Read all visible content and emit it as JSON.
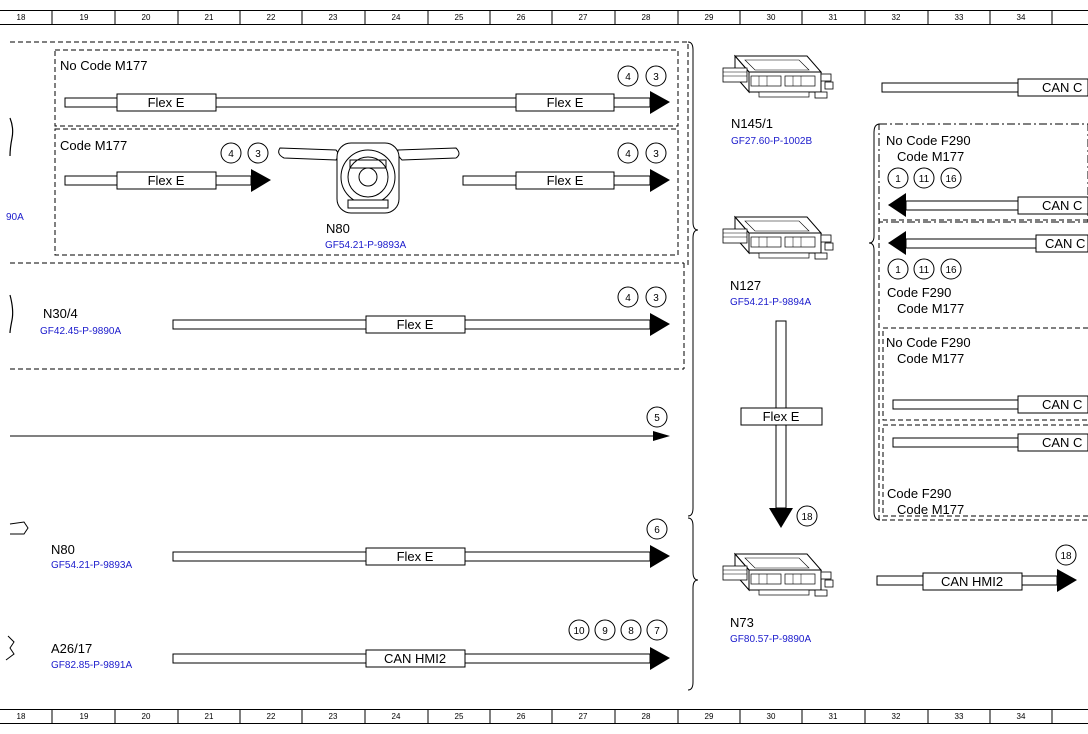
{
  "ruler": [
    "18",
    "19",
    "20",
    "21",
    "22",
    "23",
    "24",
    "25",
    "26",
    "27",
    "28",
    "29",
    "30",
    "31",
    "32",
    "33",
    "34"
  ],
  "blocks": [
    {
      "title": "No Code M177"
    },
    {
      "title": "Code M177"
    },
    {
      "title": "No Code F290"
    },
    {
      "subtitle": "Code M177"
    },
    {
      "title": "Code F290"
    },
    {
      "subtitle": "Code M177"
    },
    {
      "title": "No Code F290"
    },
    {
      "subtitle": "Code M177"
    },
    {
      "title": "Code F290"
    },
    {
      "subtitle": "Code M177"
    }
  ],
  "components": [
    {
      "id": "N80",
      "ref": "GF54.21-P-9893A"
    },
    {
      "id": "N30/4",
      "ref": "GF42.45-P-9890A"
    },
    {
      "id": "N80",
      "ref": "GF54.21-P-9893A"
    },
    {
      "id": "A26/17",
      "ref": "GF82.85-P-9891A"
    },
    {
      "id": "N145/1",
      "ref": "GF27.60-P-1002B"
    },
    {
      "id": "N127",
      "ref": "GF54.21-P-9894A"
    },
    {
      "id": "N73",
      "ref": "GF80.57-P-9890A"
    }
  ],
  "partial_ref": "90A",
  "bus": {
    "flex": "Flex E",
    "can_hmi": "CAN HMI2",
    "can_trunc": "CAN C"
  },
  "markers": [
    "1",
    "3",
    "4",
    "5",
    "6",
    "7",
    "8",
    "9",
    "10",
    "11",
    "16",
    "18"
  ]
}
